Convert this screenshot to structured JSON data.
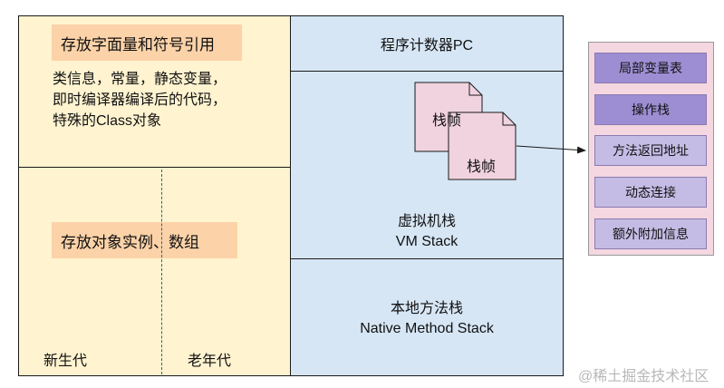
{
  "method_area": {
    "const_pool_label": "存放字面量和符号引用",
    "lines": [
      "类信息，常量，静态变量，",
      "即时编译器编译后的代码，",
      "特殊的Class对象"
    ]
  },
  "heap": {
    "label": "存放对象实例、数组",
    "young_gen": "新生代",
    "old_gen": "老年代"
  },
  "pc_register": {
    "label": "程序计数器PC"
  },
  "vm_stack": {
    "label_zh": "虚拟机栈",
    "label_en": "VM Stack",
    "frames": [
      "栈帧",
      "栈帧"
    ]
  },
  "native_stack": {
    "label_zh": "本地方法栈",
    "label_en": "Native Method Stack"
  },
  "frame_detail": {
    "items": [
      "局部变量表",
      "操作栈",
      "方法返回地址",
      "动态连接",
      "额外附加信息"
    ]
  },
  "watermark": "@稀土掘金技术社区",
  "colors": {
    "method_heap_fill": "#fff3d0",
    "stack_fill": "#d6e6f5",
    "label_fill": "#fcd2a8",
    "frame_fill": "#f0d3df",
    "detail_dark": "#9d8ed3",
    "detail_light": "#c4bce4"
  }
}
